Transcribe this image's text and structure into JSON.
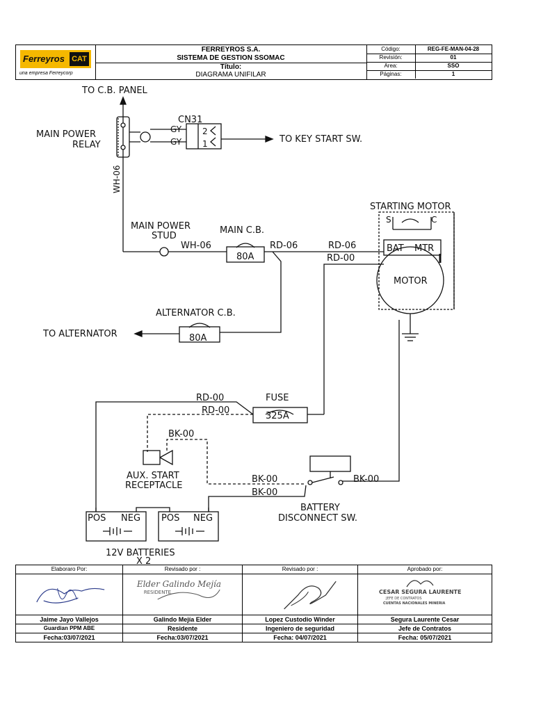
{
  "header": {
    "brand": "Ferreyros",
    "brand_mark": "CAT",
    "brand_tagline": "una empresa Ferreycorp",
    "company": "FERREYROS S.A.",
    "system": "SISTEMA DE GESTION SSOMAC",
    "title_label": "Título:",
    "title": "DIAGRAMA UNIFILAR",
    "meta": [
      {
        "key": "Código:",
        "value": "REG-FE-MAN-04-28"
      },
      {
        "key": "Revisión:",
        "value": "01"
      },
      {
        "key": "Area:",
        "value": "SSO"
      },
      {
        "key": "Páginas:",
        "value": "1"
      }
    ]
  },
  "diagram": {
    "to_cb_panel": "TO C.B. PANEL",
    "main_power_relay_1": "MAIN POWER",
    "main_power_relay_2": "RELAY",
    "cn31": "CN31",
    "gy1": "GY",
    "gy2": "GY",
    "pin2": "2",
    "pin1": "1",
    "to_key_start": "TO KEY START SW.",
    "wh06_vert": "WH-06",
    "main_power_stud_1": "MAIN POWER",
    "main_power_stud_2": "STUD",
    "wh06": "WH-06",
    "main_cb": "MAIN C.B.",
    "main_cb_val": "80A",
    "rd06_a": "RD-06",
    "rd06_b": "RD-06",
    "rd00_a": "RD-00",
    "starting_motor": "STARTING MOTOR",
    "s": "S",
    "c": "C",
    "bat": "BAT",
    "mtr": "MTR",
    "motor": "MOTOR",
    "alternator_cb": "ALTERNATOR C.B.",
    "alt_cb_val": "80A",
    "to_alternator": "TO ALTERNATOR",
    "rd00_b": "RD-00",
    "rd00_c": "RD-00",
    "fuse": "FUSE",
    "fuse_val": "325A",
    "bk00_a": "BK-00",
    "aux_start_1": "AUX. START",
    "aux_start_2": "RECEPTACLE",
    "bk00_b": "BK-00",
    "bk00_c": "BK-00",
    "bk00_d": "BK-00",
    "battery_disc_1": "BATTERY",
    "battery_disc_2": "DISCONNECT SW.",
    "pos1": "POS",
    "neg1": "NEG",
    "pos2": "POS",
    "neg2": "NEG",
    "batteries_1": "12V BATTERIES",
    "batteries_2": "X 2"
  },
  "signatures": [
    {
      "head": "Elaboraro Por:",
      "name": "Jaime Jayo Vallejos",
      "role": "Guardian PPM ABE",
      "date": "Fecha:03/07/2021"
    },
    {
      "head": "Revisado por :",
      "name": "Galindo Mejía Elder",
      "role": "Residente",
      "date": "Fecha:03/07/2021"
    },
    {
      "head": "Revisado por :",
      "name": "Lopez Custodio Winder",
      "role": "Ingeniero de seguridad",
      "date": "Fecha: 04/07/2021"
    },
    {
      "head": "Aprobado por:",
      "name": "Segura Laurente Cesar",
      "role": "Jefe de Contratos",
      "date": "Fecha: 05/07/2021"
    }
  ],
  "stamps": {
    "galindo_stamp": "Elder Galindo Mejía",
    "galindo_stamp_role": "RESIDENTE",
    "segura_stamp": "CESAR SEGURA LAURENTE",
    "segura_stamp_2": "JEFE DE CONTRATOS",
    "segura_stamp_3": "CUENTAS NACIONALES MINERIA"
  }
}
